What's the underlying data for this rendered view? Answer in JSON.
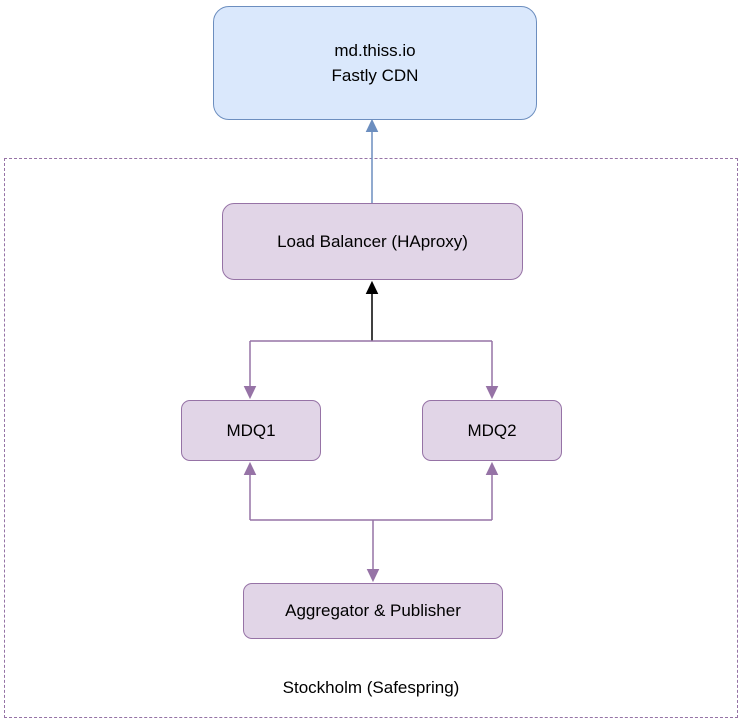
{
  "diagram": {
    "cdn": {
      "line1": "md.thiss.io",
      "line2": "Fastly CDN"
    },
    "load_balancer": {
      "label": "Load Balancer (HAproxy)"
    },
    "mdq1": {
      "label": "MDQ1"
    },
    "mdq2": {
      "label": "MDQ2"
    },
    "aggregator": {
      "label": "Aggregator & Publisher"
    },
    "region": {
      "label": "Stockholm (Safespring)"
    }
  },
  "colors": {
    "blue-fill": "#dae8fc",
    "blue-stroke": "#6c8ebf",
    "purple-fill": "#e1d5e7",
    "purple-stroke": "#9673a6",
    "arrow-black": "#000000"
  }
}
